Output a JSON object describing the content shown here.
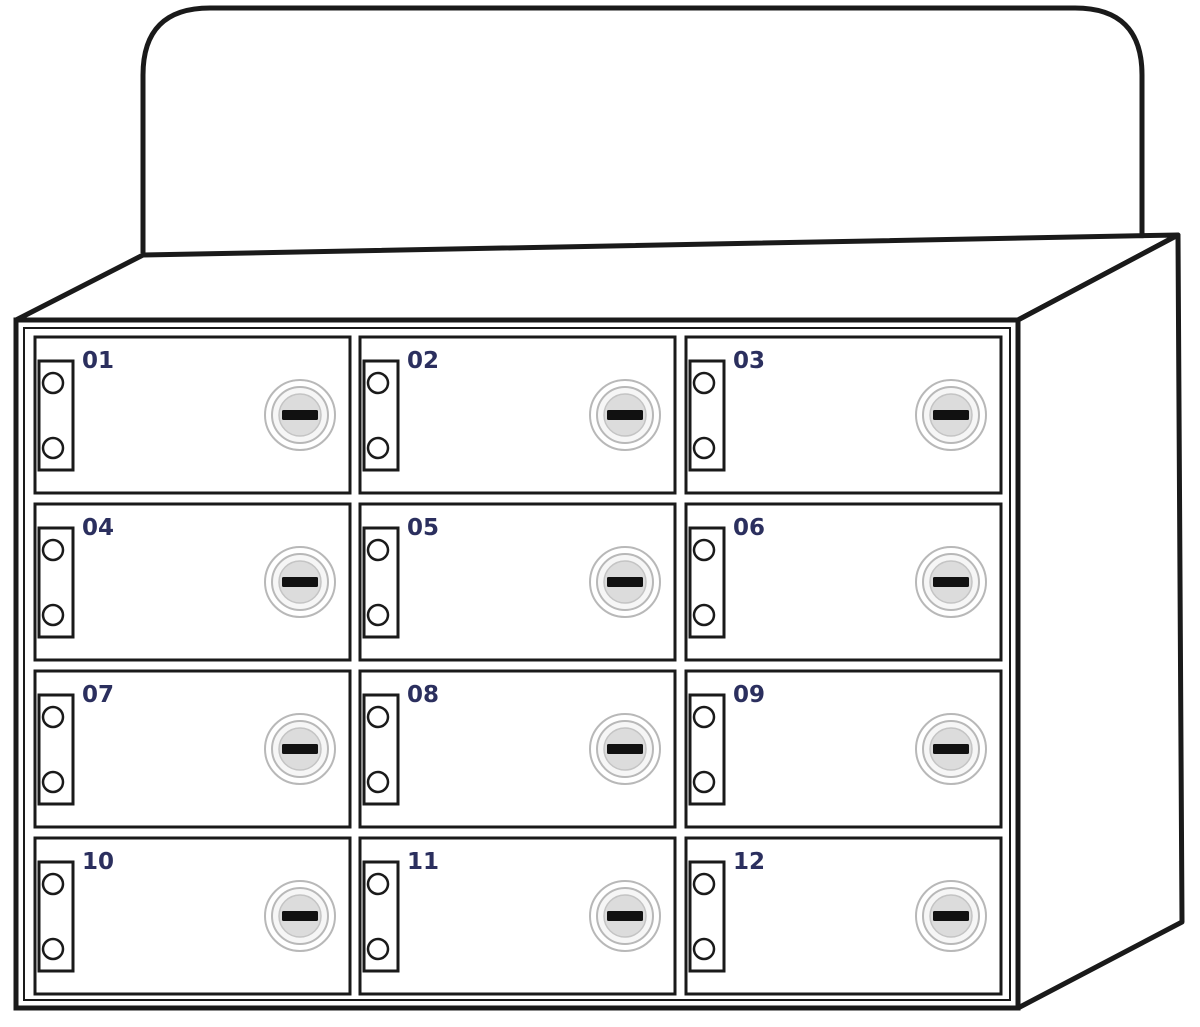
{
  "cabinet": {
    "stroke_color": "#1a1a1a",
    "fill_color": "#ffffff",
    "number_color": "#2b2f5e",
    "lock_ring_color": "#b8b8b8",
    "lock_face_color": "#dcdcdc",
    "lock_slot_color": "#111111",
    "hinge_icon": "hinge-icon",
    "lock_icon": "keyhole-lock-icon",
    "doors": [
      {
        "number": "01"
      },
      {
        "number": "02"
      },
      {
        "number": "03"
      },
      {
        "number": "04"
      },
      {
        "number": "05"
      },
      {
        "number": "06"
      },
      {
        "number": "07"
      },
      {
        "number": "08"
      },
      {
        "number": "09"
      },
      {
        "number": "10"
      },
      {
        "number": "11"
      },
      {
        "number": "12"
      }
    ]
  }
}
